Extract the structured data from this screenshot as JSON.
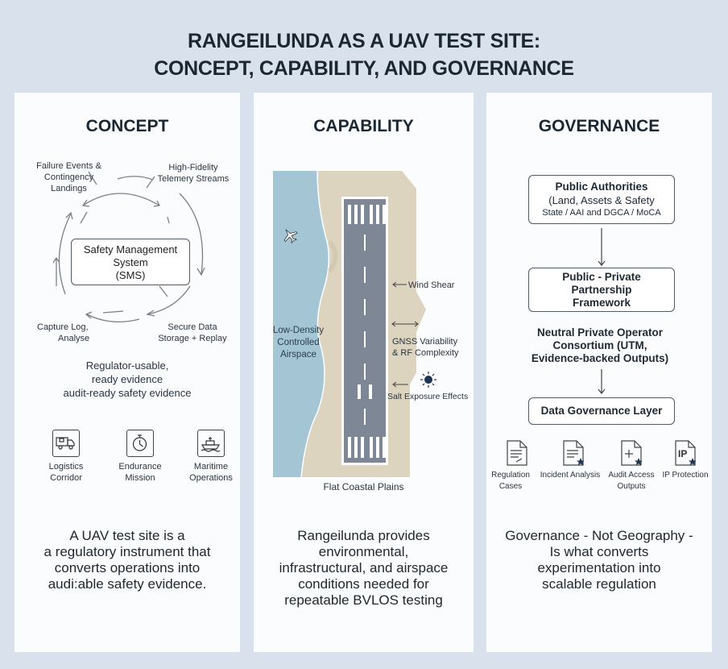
{
  "title": {
    "line1": "RANGEILUNDA AS A UAV TEST SITE:",
    "line2": "CONCEPT, CAPABILITY, AND GOVERNANCE"
  },
  "colors": {
    "background": "#d9e2ec",
    "card": "#fbfcfd",
    "water": "#9fc3d3",
    "sand": "#dcd3bf",
    "runway": "#7e8796",
    "text": "#1b2733"
  },
  "concept": {
    "heading": "CONCEPT",
    "cycle": {
      "failure": [
        "Failure Events &",
        "Contingency",
        "Landings"
      ],
      "telemetry": [
        "High-Fidelity",
        "Telemery Streams"
      ],
      "capture": [
        "Capture Log,",
        "Analyse"
      ],
      "storage": [
        "Secure Data",
        "Storage + Replay"
      ]
    },
    "center_box": [
      "Safety Management",
      "System",
      "(SMS)"
    ],
    "evidence": [
      "Regulator-usable,",
      "ready evidence",
      "audit-ready safety evidence"
    ],
    "icons": [
      {
        "icon": "truck-icon",
        "label": [
          "Logistics",
          "Corridor"
        ]
      },
      {
        "icon": "stopwatch-icon",
        "label": [
          "Endurance",
          "Mission"
        ]
      },
      {
        "icon": "ship-icon",
        "label": [
          "Maritime",
          "Operations"
        ]
      }
    ],
    "footer": [
      "A UAV test site is a",
      "a regulatory instrument that",
      "converts operations into",
      "audi:able safety evidence."
    ]
  },
  "capability": {
    "heading": "CAPABILITY",
    "airspace": [
      "Low-Density",
      "Controlled",
      "Airspace"
    ],
    "wind": "Wind Shear",
    "gnss": [
      "GNSS Variability",
      "& RF Complexity"
    ],
    "salt": "Salt Exposure Effects",
    "plains": "Flat Coastal Plains",
    "footer": [
      "Rangeilunda provides",
      "environmental,",
      "infrastructural, and airspace",
      "conditions needed for",
      "repeatable BVLOS testing"
    ]
  },
  "governance": {
    "heading": "GOVERNANCE",
    "authorities": {
      "title": "Public Authorities",
      "line2": "(Land, Assets & Safety",
      "line3": "State / AAI and DGCA / MoCA"
    },
    "ppp": [
      "Public - Private",
      "Partnership",
      "Framework"
    ],
    "consortium": [
      "Neutral Private Operator",
      "Consortium (UTM,",
      "Evidence-backed Outputs)"
    ],
    "data_layer": "Data Governance Layer",
    "outputs": [
      {
        "icon": "document-pen-icon",
        "label": [
          "Regulation",
          "Cases"
        ]
      },
      {
        "icon": "document-star-icon",
        "label": [
          "Incident Analysis"
        ]
      },
      {
        "icon": "document-plus-star-icon",
        "label": [
          "Audit Access",
          "Outputs"
        ]
      },
      {
        "icon": "ip-document-icon",
        "label": [
          "IP Protection"
        ],
        "glyph": "IP"
      }
    ],
    "footer": [
      "Governance - Not Geography -",
      "Is what converts",
      "experimentation into",
      "scalable regulation"
    ]
  }
}
